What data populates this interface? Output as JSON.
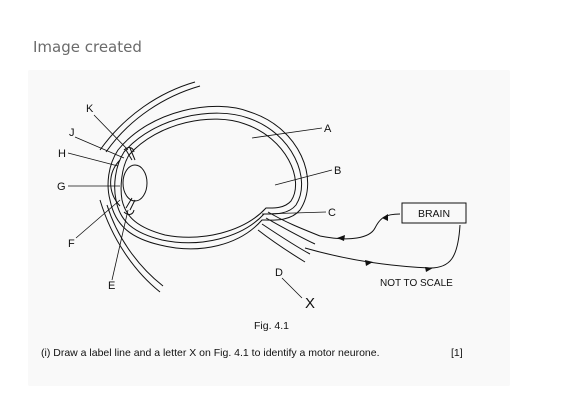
{
  "status_text": "Image created",
  "figure": {
    "labels": {
      "A": "A",
      "B": "B",
      "C": "C",
      "D": "D",
      "E": "E",
      "F": "F",
      "G": "G",
      "H": "H",
      "J": "J",
      "K": "K",
      "X": "X"
    },
    "brain_label": "BRAIN",
    "scale_note": "NOT TO SCALE",
    "caption": "Fig. 4.1"
  },
  "question": {
    "text": "(i) Draw a label line and a letter X on Fig. 4.1 to identify a motor neurone.",
    "marks": "[1]"
  }
}
